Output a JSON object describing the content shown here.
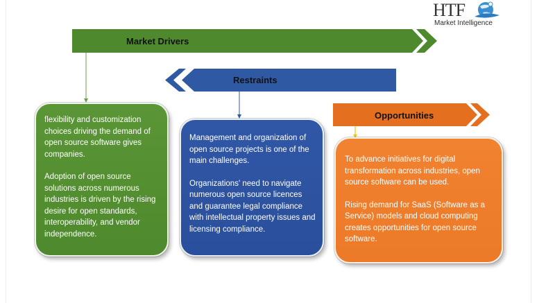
{
  "logo": {
    "name": "HTF",
    "tagline": "Market Intelligence"
  },
  "colors": {
    "drivers": "#4e8a2d",
    "restraints": "#2f59a3",
    "opportunities": "#e46f1f",
    "logo_blue": "#3a8fd0"
  },
  "drivers": {
    "title": "Market Drivers",
    "points": [
      "flexibility and customization choices driving the demand of open source software gives companies.",
      "Adoption of open source solutions across numerous industries is driven by the rising desire for open standards, interoperability, and vendor independence."
    ]
  },
  "restraints": {
    "title": "Restraints",
    "points": [
      "Management and organization of open source projects is one of the main challenges.",
      "Organizations' need to navigate numerous open source licences and guarantee legal compliance with intellectual property issues and licensing compliance."
    ]
  },
  "opportunities": {
    "title": "Opportunities",
    "points": [
      "To advance initiatives for digital transformation across industries, open source software can be used.",
      "Rising demand for SaaS (Software as a Service) models and cloud computing creates opportunities for open source software."
    ]
  }
}
